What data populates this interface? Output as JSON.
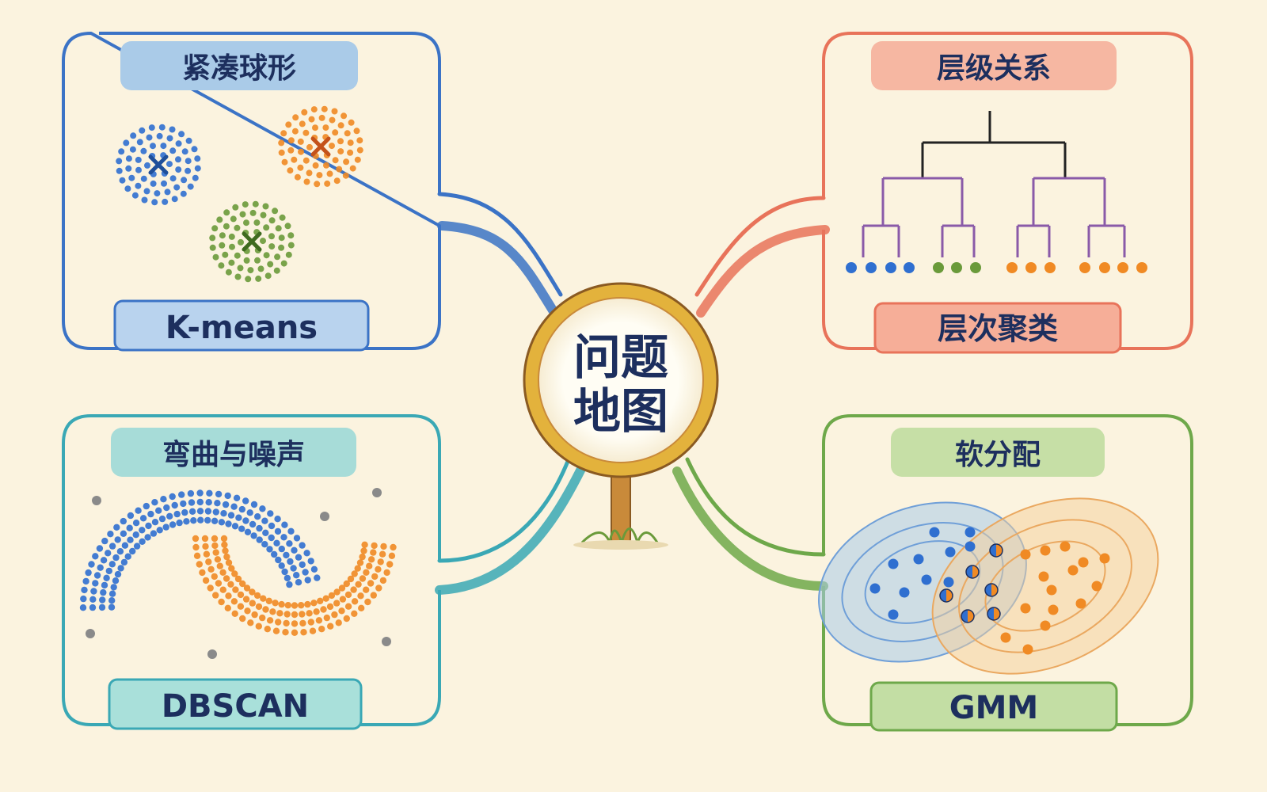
{
  "center": {
    "line1": "问题",
    "line2": "地图"
  },
  "panels": [
    {
      "id": "kmeans",
      "title": "紧凑球形",
      "method": "K-means",
      "color": "#3b73c6",
      "title_bg": "#aacbe8",
      "method_bg": "#b9d3ee"
    },
    {
      "id": "hierarchical",
      "title": "层级关系",
      "method": "层次聚类",
      "color": "#e8735a",
      "title_bg": "#f6b7a2",
      "method_bg": "#f6ae98"
    },
    {
      "id": "dbscan",
      "title": "弯曲与噪声",
      "method": "DBSCAN",
      "color": "#3aa8b5",
      "title_bg": "#a7dcd8",
      "method_bg": "#a9e0da"
    },
    {
      "id": "gmm",
      "title": "软分配",
      "method": "GMM",
      "color": "#6ea84a",
      "title_bg": "#c6dfa6",
      "method_bg": "#c3dea4"
    }
  ],
  "colors": {
    "blue": "#2f6fd0",
    "orange": "#f08a24",
    "green": "#6a9a3a",
    "gray": "#8a8a8a",
    "signpost": "#e3b23c",
    "post": "#c98a3a"
  }
}
